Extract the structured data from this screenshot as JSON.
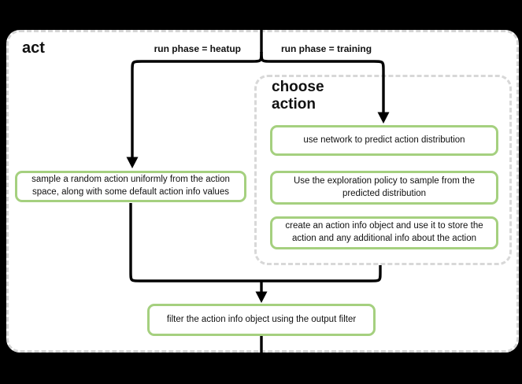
{
  "diagram": {
    "title": "act",
    "branch_labels": {
      "heatup": "run phase = heatup",
      "training": "run phase = training"
    },
    "group": {
      "title": "choose\naction"
    },
    "nodes": {
      "sample": "sample a random action uniformly from the action space, along with some default action info values",
      "predict": "use network to predict action distribution",
      "explore": "Use the exploration policy to sample from the predicted distribution",
      "create": "create an action info object and use it to store the action and any additional info about the action",
      "filter": "filter the action info object using the output filter"
    },
    "colors": {
      "background": "#000000",
      "canvas": "#ffffff",
      "node_border_green": "#a5d07f",
      "dashed_border_gray": "#d5d5d5",
      "line_black": "#000000",
      "text": "#111111"
    }
  }
}
